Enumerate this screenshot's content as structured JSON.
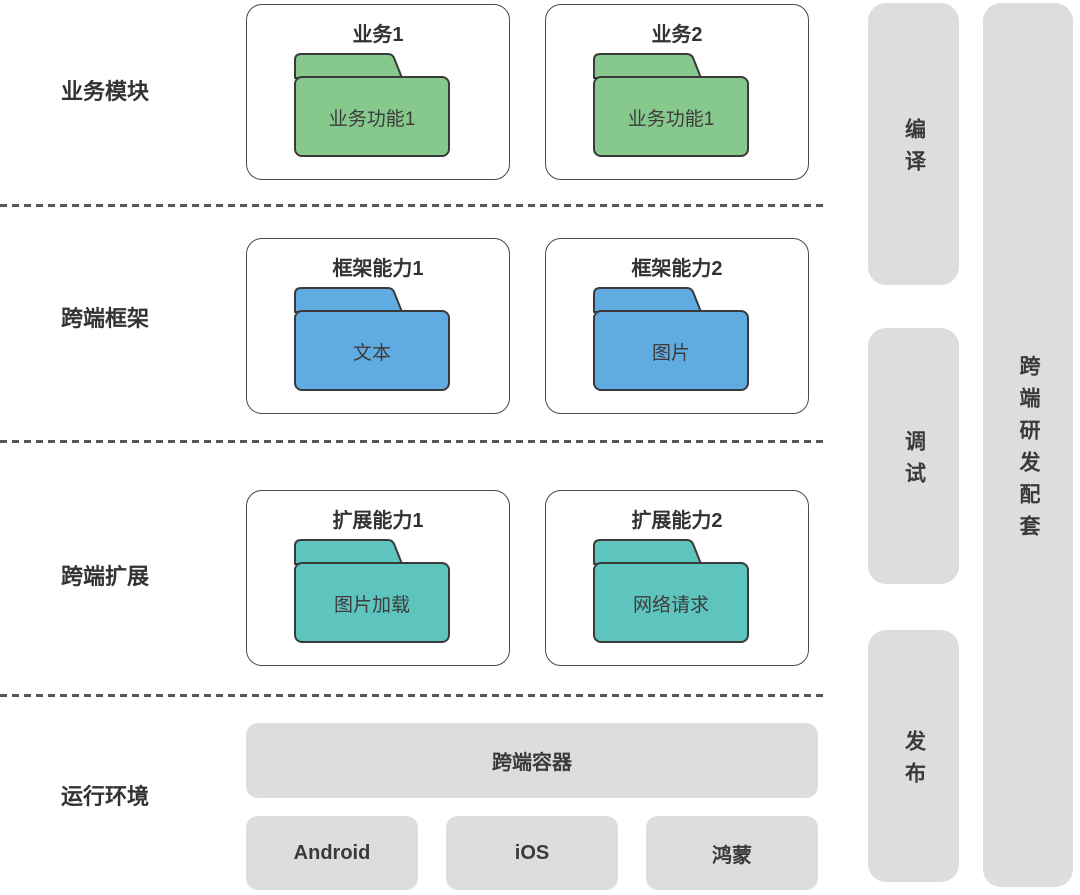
{
  "layers": [
    {
      "label": "业务模块",
      "folder_color": "#87c88c",
      "boxes": [
        {
          "title": "业务1",
          "folder_label": "业务功能1"
        },
        {
          "title": "业务2",
          "folder_label": "业务功能1"
        }
      ]
    },
    {
      "label": "跨端框架",
      "folder_color": "#61abe3",
      "boxes": [
        {
          "title": "框架能力1",
          "folder_label": "文本"
        },
        {
          "title": "框架能力2",
          "folder_label": "图片"
        }
      ]
    },
    {
      "label": "跨端扩展",
      "folder_color": "#5ec4be",
      "boxes": [
        {
          "title": "扩展能力1",
          "folder_label": "图片加载"
        },
        {
          "title": "扩展能力2",
          "folder_label": "网络请求"
        }
      ]
    }
  ],
  "runtime": {
    "label": "运行环境",
    "container_label": "跨端容器",
    "platforms": [
      "Android",
      "iOS",
      "鸿蒙"
    ]
  },
  "toolchain": {
    "stages": [
      "编译",
      "调试",
      "发布"
    ],
    "right_label": "跨端研发配套"
  },
  "colors": {
    "folder_green": "#87c88c",
    "folder_blue": "#61abe3",
    "folder_teal": "#5ec4be",
    "pill_gray": "#dcdddd",
    "outline": "#4a4a4a",
    "text": "#3a3a3a",
    "dash": "#575757"
  }
}
